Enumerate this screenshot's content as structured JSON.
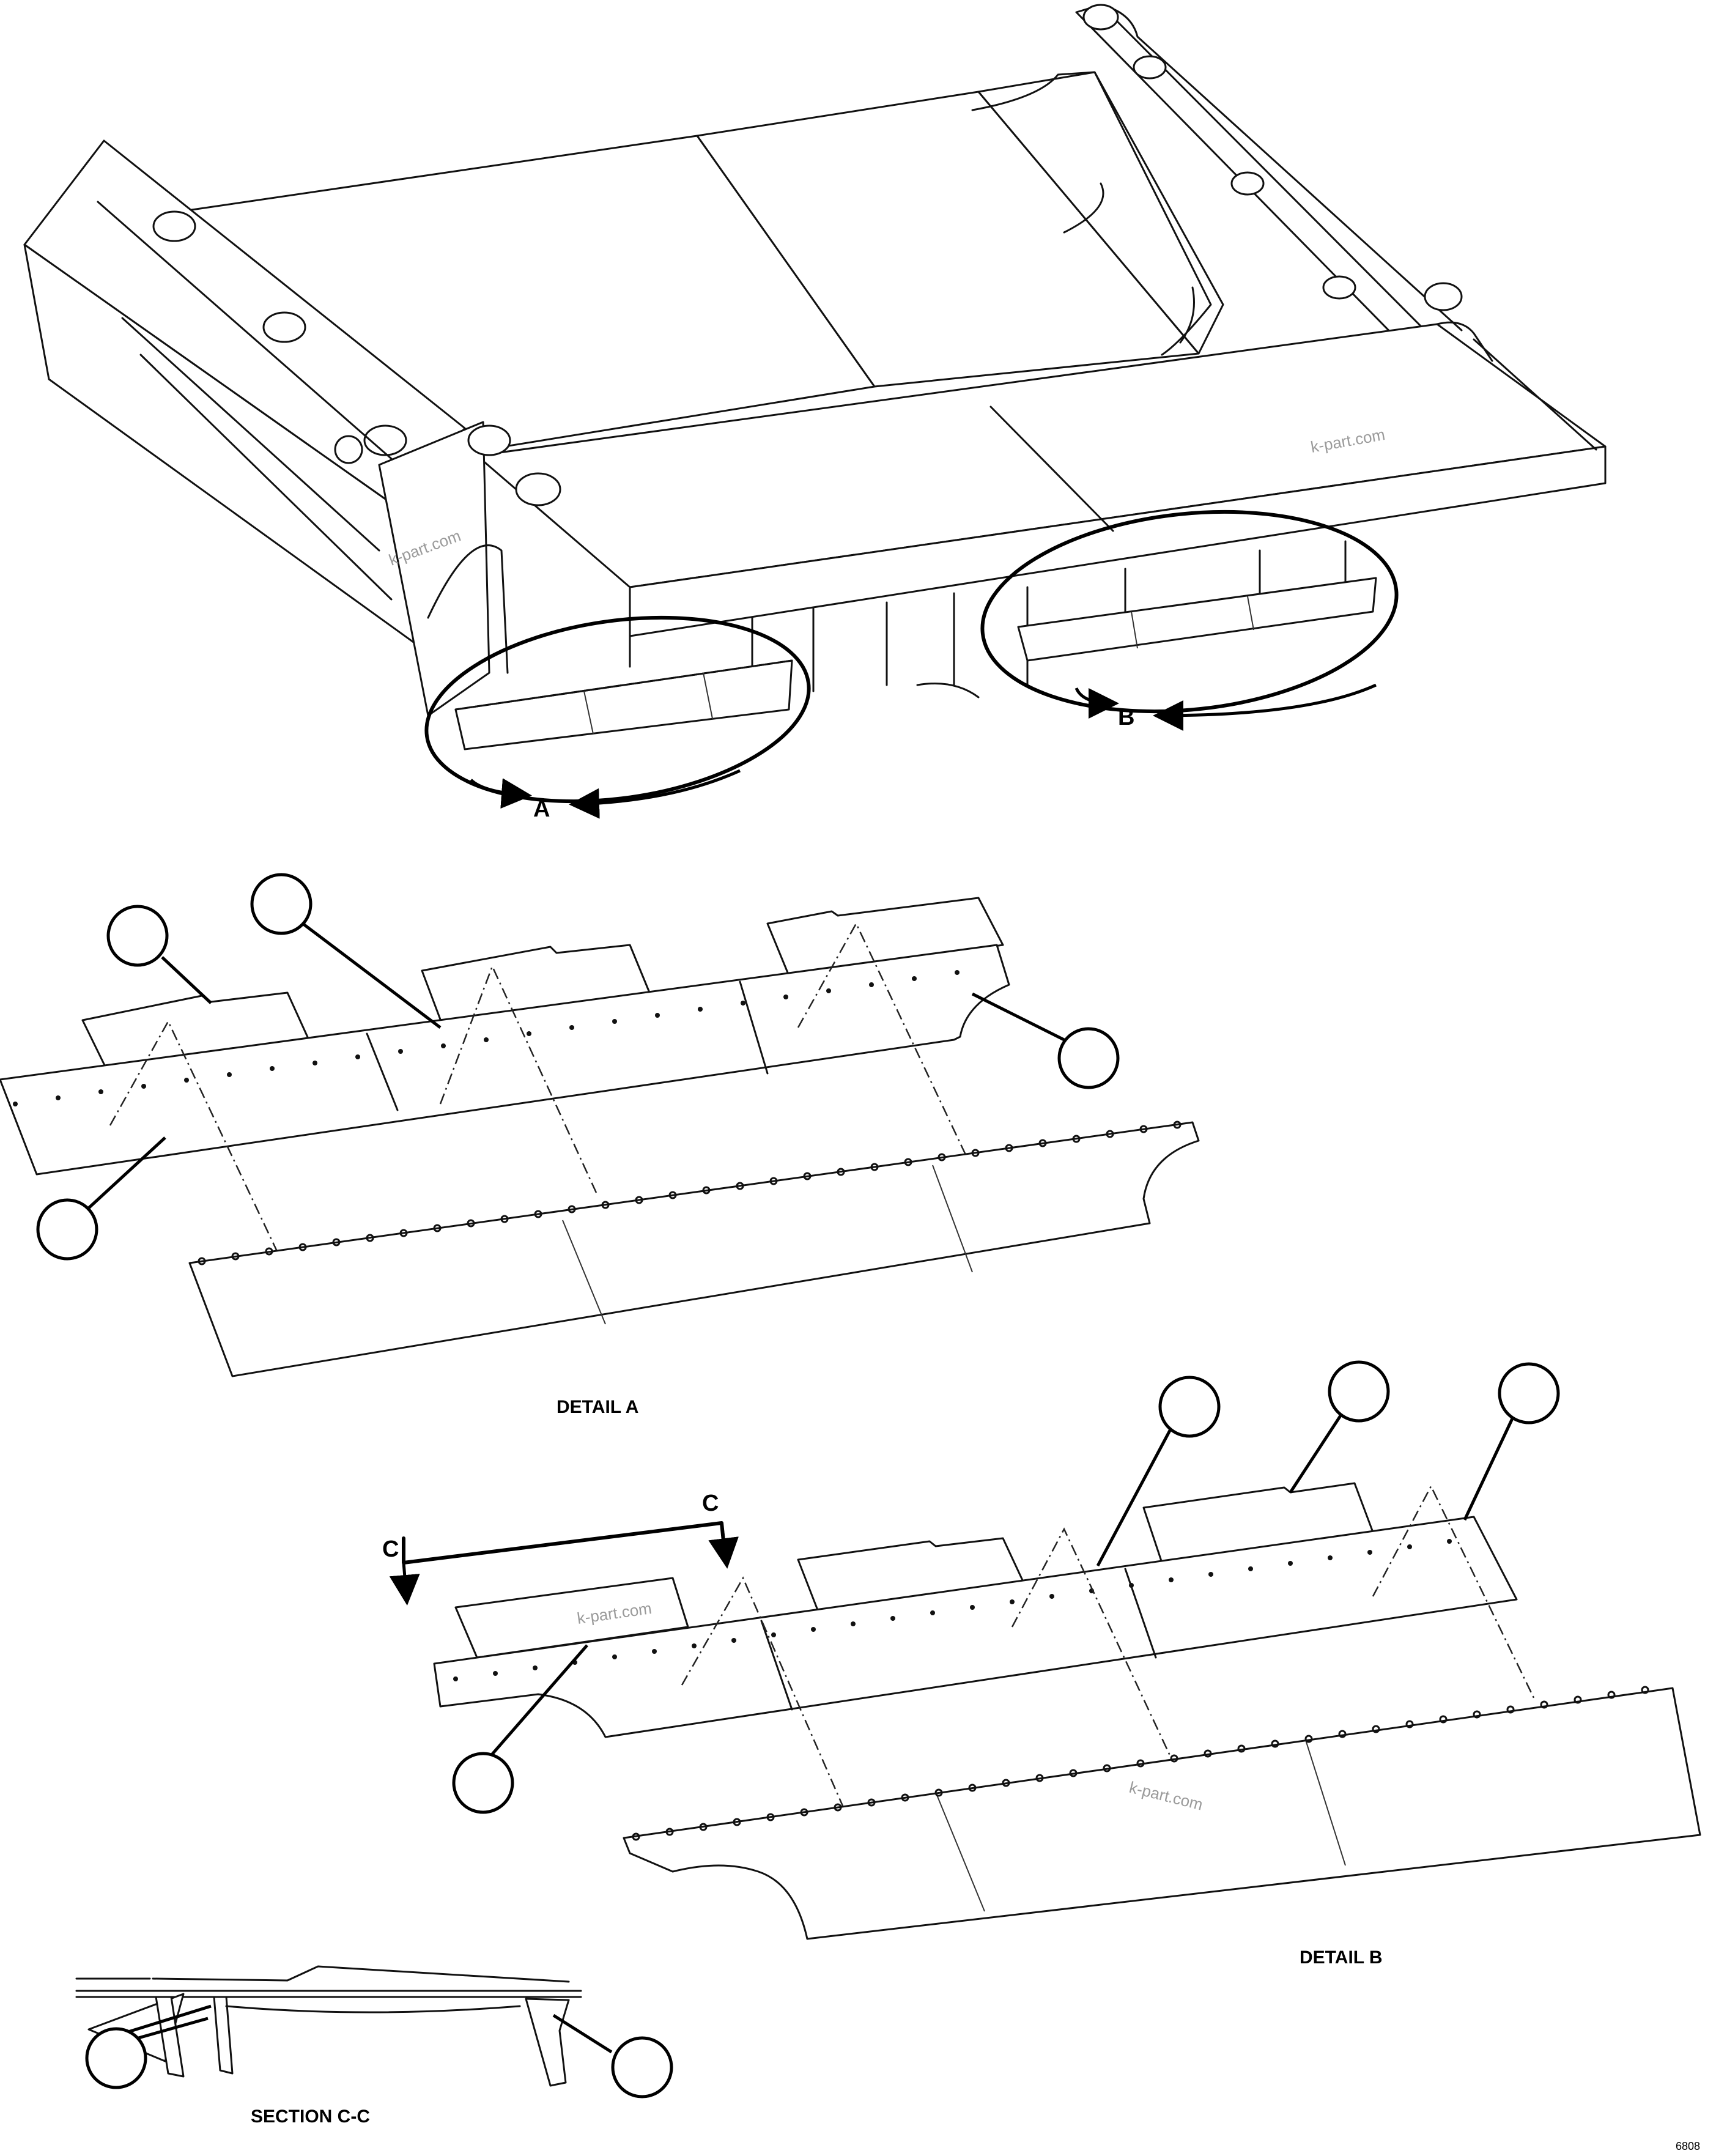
{
  "callouts": {
    "detail_a_marker": "A",
    "detail_b_marker": "B",
    "section_marker_left": "C",
    "section_marker_right": "C"
  },
  "captions": {
    "detail_a": "DETAIL A",
    "detail_b": "DETAIL B",
    "section_cc": "SECTION C-C"
  },
  "watermarks": {
    "text": "k-part.com"
  },
  "figure_code": "6808"
}
